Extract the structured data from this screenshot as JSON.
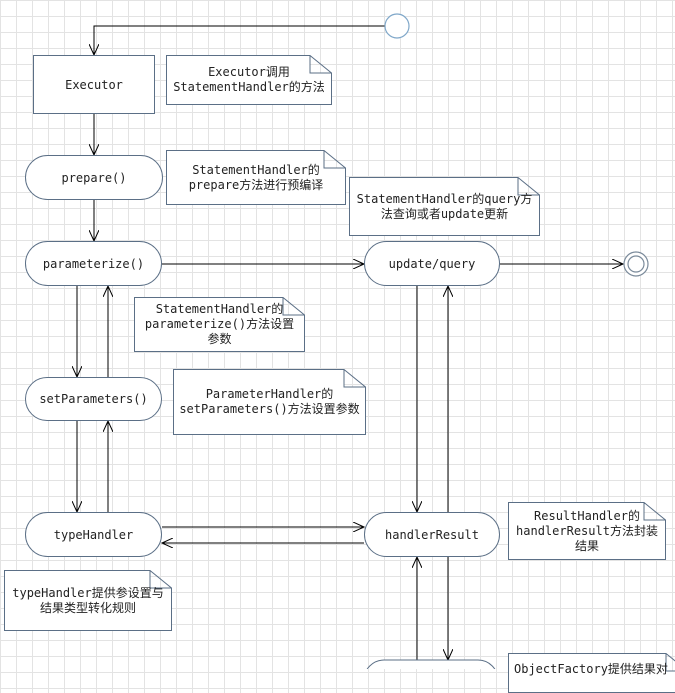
{
  "nodes": {
    "executor": "Executor",
    "prepare": "prepare()",
    "parameterize": "parameterize()",
    "set_parameters": "setParameters()",
    "type_handler": "typeHandler",
    "update_query": "update/query",
    "handler_result": "handlerResult"
  },
  "notes": {
    "executor_note": "Executor调用\nStatementHandler的方法",
    "prepare_note": "StatementHandler的\nprepare方法进行预编译",
    "query_note": "StatementHandler的query方\n法查询或者update更新",
    "parameterize_note": "StatementHandler的\nparameterize()方法设置\n参数",
    "set_parameters_note": "ParameterHandler的\nsetParameters()方法设置参数",
    "result_handler_note": "ResultHandler的\nhandlerResult方法封装\n结果",
    "type_handler_note": "typeHandler提供参设置与\n结果类型转化规则",
    "bottom_right_note": "ObjectFactory提供结果对"
  },
  "colors": {
    "line": "#000000",
    "node_border": "#5b6f86",
    "start_circle": "#7fa7c9",
    "grid": "#e3e3e3"
  }
}
